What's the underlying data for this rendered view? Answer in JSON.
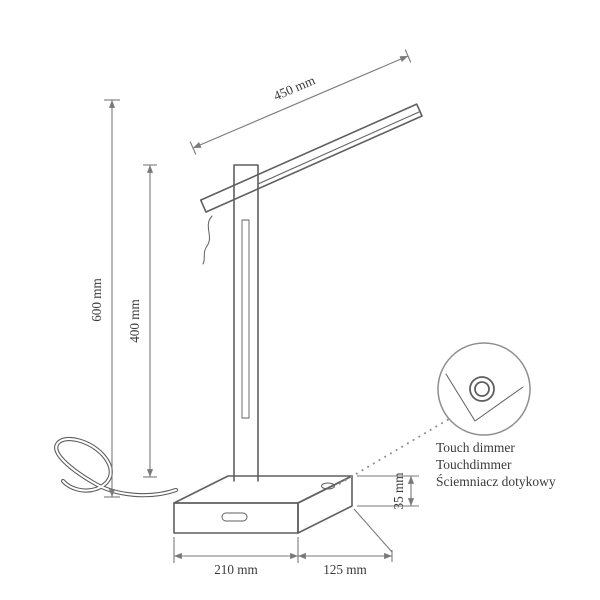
{
  "diagram": {
    "dimensions": {
      "arm_length": "450 mm",
      "total_height": "600 mm",
      "post_height": "400 mm",
      "base_thickness": "35 mm",
      "base_width": "210 mm",
      "base_depth": "125 mm"
    },
    "callout": {
      "labels": [
        "Touch dimmer",
        "Touchdimmer",
        "Ściemniacz dotykowy"
      ]
    },
    "colors": {
      "background": "#ffffff",
      "drawing_line": "#5f5f5f",
      "dimension_line": "#7a7a7a",
      "label_text": "#3a3a3a",
      "callout_line": "#8f8f8f"
    }
  }
}
